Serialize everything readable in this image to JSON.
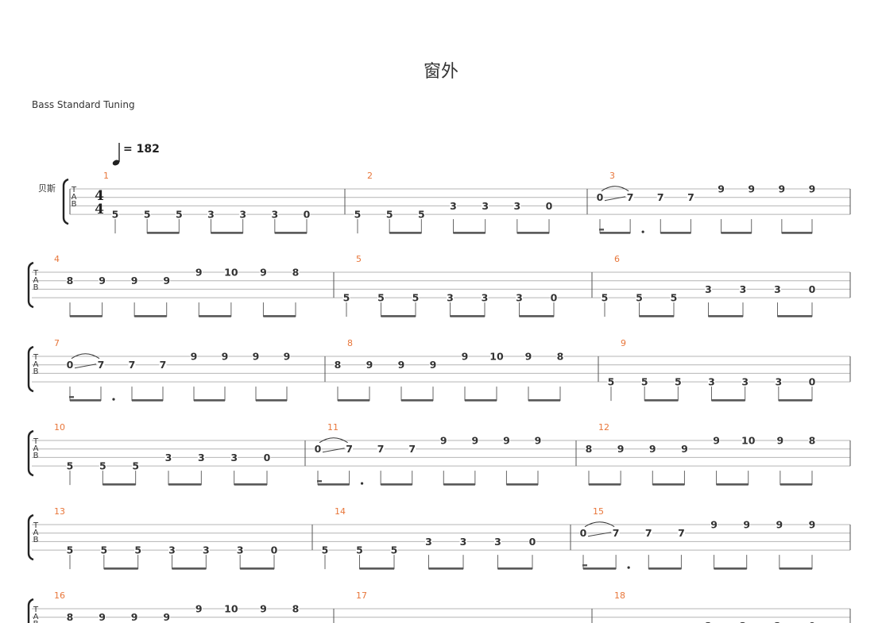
{
  "song": {
    "title": "窗外",
    "tuning": "Bass Standard Tuning",
    "tempo_value": "= 182",
    "instrument": "贝斯",
    "time_signature": {
      "numerator": "4",
      "denominator": "4"
    },
    "tab_label": [
      "T",
      "A",
      "B"
    ]
  },
  "colors": {
    "measure_number": "#e8763a",
    "line": "#9a9a9a",
    "text": "#333333"
  },
  "measure_patterns": {
    "A": [
      {
        "fret": "5",
        "string": 3,
        "group": 0
      },
      {
        "fret": "5",
        "string": 3,
        "group": 1
      },
      {
        "fret": "5",
        "string": 3,
        "group": 1
      },
      {
        "fret": "3",
        "string": 3,
        "group": 2
      },
      {
        "fret": "3",
        "string": 3,
        "group": 2
      },
      {
        "fret": "3",
        "string": 3,
        "group": 3
      },
      {
        "fret": "0",
        "string": 3,
        "group": 3
      }
    ],
    "B": [
      {
        "fret": "5",
        "string": 3,
        "group": 0
      },
      {
        "fret": "5",
        "string": 3,
        "group": 1
      },
      {
        "fret": "5",
        "string": 3,
        "group": 1
      },
      {
        "fret": "3",
        "string": 2,
        "group": 2
      },
      {
        "fret": "3",
        "string": 2,
        "group": 2
      },
      {
        "fret": "3",
        "string": 2,
        "group": 3
      },
      {
        "fret": "0",
        "string": 2,
        "group": 3
      }
    ],
    "C": [
      {
        "fret": "0",
        "string": 1,
        "group": 0,
        "hammer_to_next": true
      },
      {
        "fret": "7",
        "string": 1,
        "group": 0
      },
      {
        "fret": "7",
        "string": 1,
        "group": 1
      },
      {
        "fret": "7",
        "string": 1,
        "group": 1
      },
      {
        "fret": "9",
        "string": 0,
        "group": 2
      },
      {
        "fret": "9",
        "string": 0,
        "group": 2
      },
      {
        "fret": "9",
        "string": 0,
        "group": 3
      },
      {
        "fret": "9",
        "string": 0,
        "group": 3
      }
    ],
    "D": [
      {
        "fret": "8",
        "string": 1,
        "group": 0
      },
      {
        "fret": "9",
        "string": 1,
        "group": 0
      },
      {
        "fret": "9",
        "string": 1,
        "group": 1
      },
      {
        "fret": "9",
        "string": 1,
        "group": 1
      },
      {
        "fret": "9",
        "string": 0,
        "group": 2
      },
      {
        "fret": "10",
        "string": 0,
        "group": 2
      },
      {
        "fret": "9",
        "string": 0,
        "group": 3
      },
      {
        "fret": "8",
        "string": 0,
        "group": 3
      }
    ]
  },
  "measures": [
    {
      "number": "1",
      "pattern": "A"
    },
    {
      "number": "2",
      "pattern": "B"
    },
    {
      "number": "3",
      "pattern": "C"
    },
    {
      "number": "4",
      "pattern": "D"
    },
    {
      "number": "5",
      "pattern": "A"
    },
    {
      "number": "6",
      "pattern": "B"
    },
    {
      "number": "7",
      "pattern": "C"
    },
    {
      "number": "8",
      "pattern": "D"
    },
    {
      "number": "9",
      "pattern": "A"
    },
    {
      "number": "10",
      "pattern": "B"
    },
    {
      "number": "11",
      "pattern": "C"
    },
    {
      "number": "12",
      "pattern": "D"
    },
    {
      "number": "13",
      "pattern": "A"
    },
    {
      "number": "14",
      "pattern": "B"
    },
    {
      "number": "15",
      "pattern": "C"
    },
    {
      "number": "16",
      "pattern": "D"
    },
    {
      "number": "17",
      "pattern": "A"
    },
    {
      "number": "18",
      "pattern": "B"
    }
  ]
}
